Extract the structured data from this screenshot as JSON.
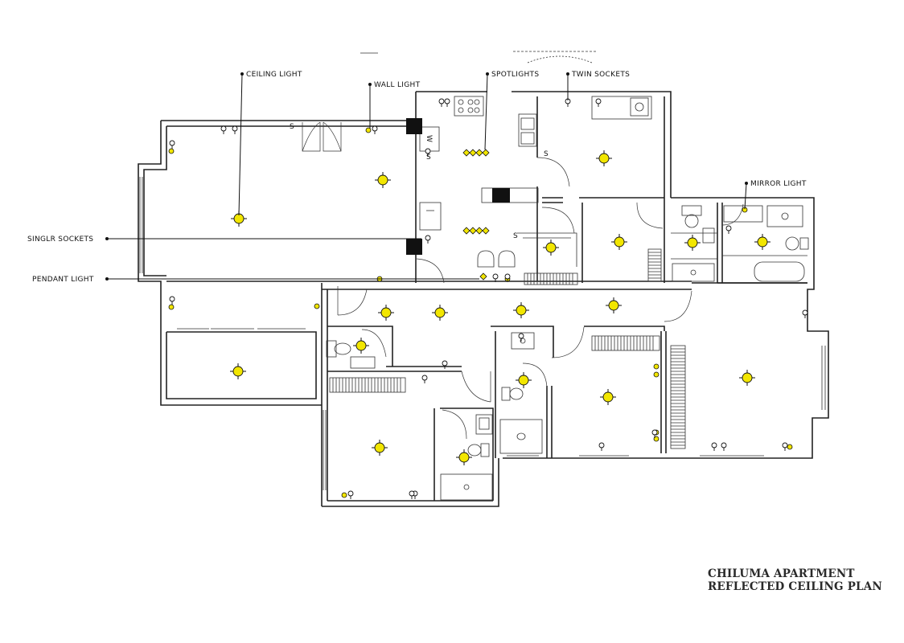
{
  "title": {
    "line1": "CHILUMA APARTMENT",
    "line2": "REFLECTED CEILING PLAN"
  },
  "legend_labels": {
    "ceiling_light": "CEILING LIGHT",
    "wall_light": "WALL LIGHT",
    "spotlights": "SPOTLIGHTS",
    "twin_sockets": "TWIN SOCKETS",
    "mirror_light": "MIRROR LIGHT",
    "single_sockets": "SINGLR SOCKETS",
    "pendant_light": "PENDANT LIGHT"
  },
  "symbols": {
    "socket_letter": "S",
    "washer_letter": "W"
  },
  "colors": {
    "light_fill": "#f2e600",
    "wall": "#222222",
    "background": "#ffffff"
  }
}
